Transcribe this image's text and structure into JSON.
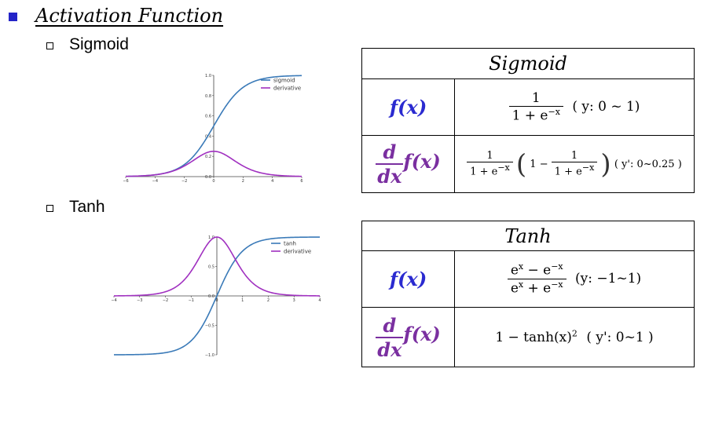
{
  "heading": "Activation Function",
  "sections": [
    {
      "label": "Sigmoid",
      "table": {
        "header": "Sigmoid",
        "fx_label": "f(x)",
        "d_label": "d",
        "dx_label": "dx",
        "dfx_label": "f(x)",
        "fx_num": "1",
        "fx_den": "1 + e",
        "fx_den_sup": "−x",
        "fx_range": "( y: 0 ~ 1)",
        "dfx_num1": "1",
        "dfx_den1": "1 + e",
        "dfx_den1_sup": "−x",
        "dfx_open": "(",
        "dfx_one": "1 −",
        "dfx_num2": "1",
        "dfx_den2": "1 + e",
        "dfx_den2_sup": "−x",
        "dfx_close": ")",
        "dfx_range": "( y': 0~0.25 )"
      }
    },
    {
      "label": "Tanh",
      "table": {
        "header": "Tanh",
        "fx_label": "f(x)",
        "d_label": "d",
        "dx_label": "dx",
        "dfx_label": "f(x)",
        "fx_num_a": "e",
        "fx_num_a_sup": "x",
        "fx_num_op": " − e",
        "fx_num_b_sup": "−x",
        "fx_den_a": "e",
        "fx_den_a_sup": "x",
        "fx_den_op": " + e",
        "fx_den_b_sup": "−x",
        "fx_range": "(y: −1~1)",
        "dfx_expr": "1 − tanh(x)",
        "dfx_sup": "2",
        "dfx_range": "( y': 0~1 )"
      }
    }
  ],
  "chart_data": [
    {
      "type": "line",
      "title": "",
      "xlabel": "",
      "ylabel": "",
      "xlim": [
        -6,
        6
      ],
      "ylim": [
        0,
        1
      ],
      "x_ticks": [
        "−6",
        "−4",
        "−2",
        "0",
        "2",
        "4",
        "6"
      ],
      "y_ticks": [
        "0.0",
        "0.2",
        "0.4",
        "0.6",
        "0.8",
        "1.0"
      ],
      "legend_position": "top-right",
      "series": [
        {
          "name": "sigmoid",
          "color": "#3a7ab8",
          "function": "sigmoid"
        },
        {
          "name": "derivative",
          "color": "#a030c0",
          "function": "sigmoid-derivative"
        }
      ],
      "x": [
        -6,
        -5,
        -4,
        -3,
        -2,
        -1,
        0,
        1,
        2,
        3,
        4,
        5,
        6
      ],
      "values": {
        "sigmoid": [
          0.002,
          0.007,
          0.018,
          0.047,
          0.119,
          0.269,
          0.5,
          0.731,
          0.881,
          0.953,
          0.982,
          0.993,
          0.998
        ],
        "derivative": [
          0.002,
          0.007,
          0.018,
          0.045,
          0.105,
          0.197,
          0.25,
          0.197,
          0.105,
          0.045,
          0.018,
          0.007,
          0.002
        ]
      }
    },
    {
      "type": "line",
      "title": "",
      "xlabel": "",
      "ylabel": "",
      "xlim": [
        -4,
        4
      ],
      "ylim": [
        -1,
        1
      ],
      "x_ticks": [
        "−4",
        "−3",
        "−2",
        "−1",
        "0",
        "1",
        "2",
        "3",
        "4"
      ],
      "y_ticks": [
        "−1.0",
        "−0.5",
        "0.0",
        "0.5",
        "1.0"
      ],
      "legend_position": "top-right",
      "series": [
        {
          "name": "tanh",
          "color": "#3a7ab8",
          "function": "tanh"
        },
        {
          "name": "derivative",
          "color": "#a030c0",
          "function": "tanh-derivative"
        }
      ],
      "x": [
        -4,
        -3,
        -2,
        -1,
        0,
        1,
        2,
        3,
        4
      ],
      "values": {
        "tanh": [
          -0.999,
          -0.995,
          -0.964,
          -0.762,
          0,
          0.762,
          0.964,
          0.995,
          0.999
        ],
        "derivative": [
          0.001,
          0.01,
          0.071,
          0.42,
          1.0,
          0.42,
          0.071,
          0.01,
          0.001
        ]
      }
    }
  ]
}
